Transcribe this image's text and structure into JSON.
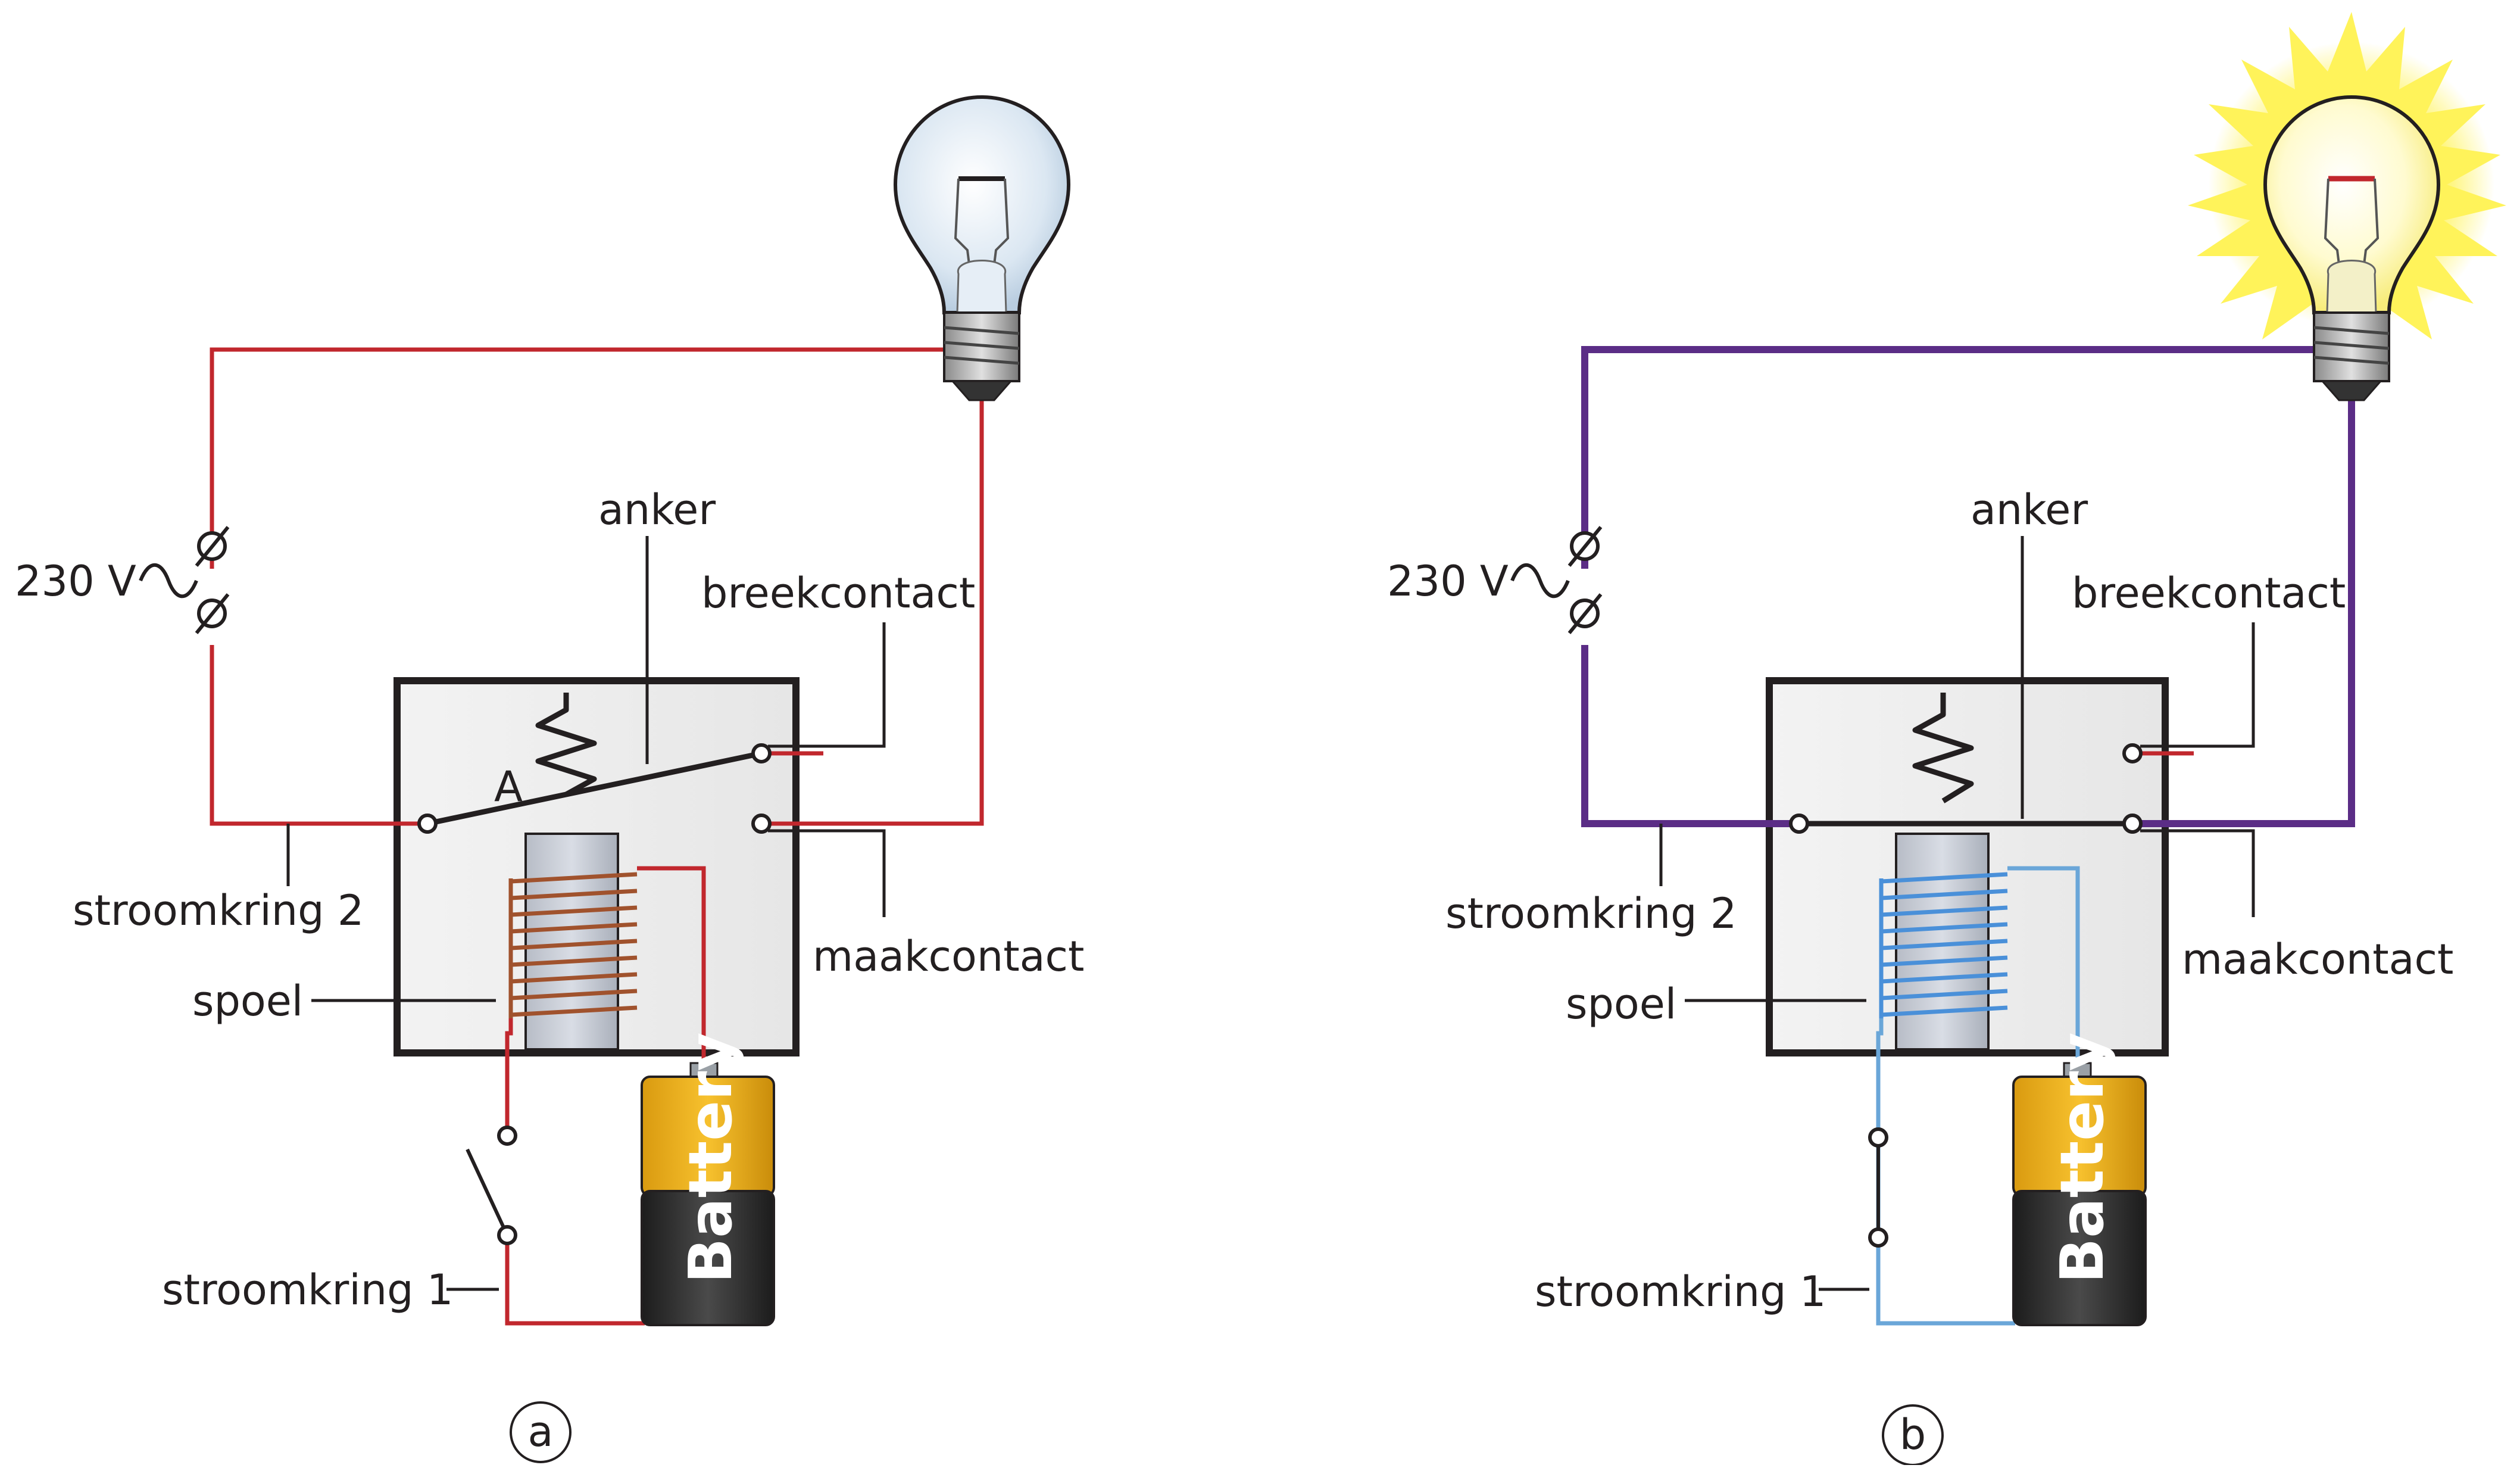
{
  "colors": {
    "off_circuit": "#c1272d",
    "on_circuit2": "#5b2d86",
    "on_circuit1": "#6aa6d8",
    "coil_off": "#a0522d",
    "coil_on": "#4a90d9",
    "bulb_glow": "#fff35a",
    "battery_top": "#f2b417",
    "battery_body": "#2b2b2b"
  },
  "panel_a": {
    "voltage": "230 V",
    "anker": "anker",
    "breekcontact": "breekcontact",
    "maakcontact": "maakcontact",
    "stroomkring2": "stroomkring 2",
    "spoel": "spoel",
    "stroomkring1": "stroomkring 1",
    "point_a": "A",
    "battery": "Battery",
    "caption": "a",
    "state": "off"
  },
  "panel_b": {
    "voltage": "230 V",
    "anker": "anker",
    "breekcontact": "breekcontact",
    "maakcontact": "maakcontact",
    "stroomkring2": "stroomkring 2",
    "spoel": "spoel",
    "stroomkring1": "stroomkring 1",
    "battery": "Battery",
    "caption": "b",
    "state": "on"
  }
}
